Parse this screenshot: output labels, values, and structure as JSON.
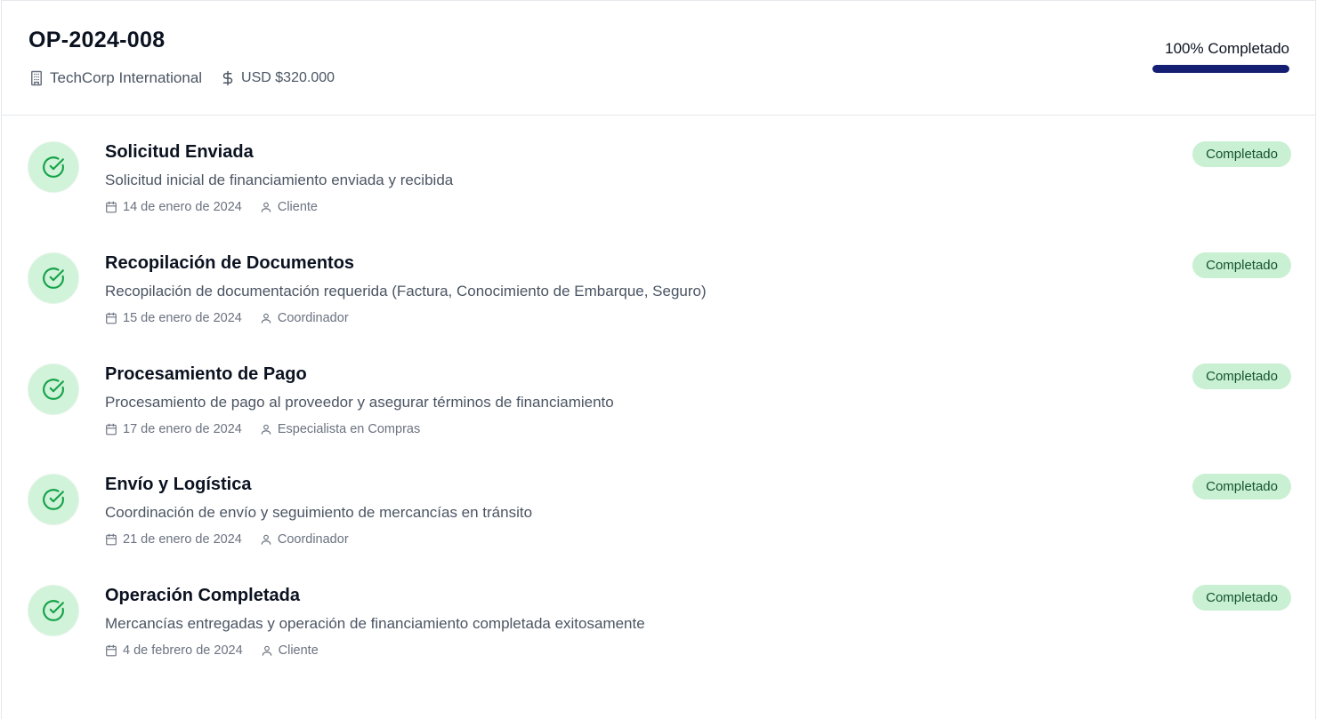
{
  "header": {
    "op_id": "OP-2024-008",
    "company": "TechCorp International",
    "amount": "USD $320.000",
    "progress_label": "100% Completado",
    "progress_value": 1.0
  },
  "colors": {
    "progress_fill": "#141e73",
    "badge_bg": "#c9f0d3",
    "circle_bg": "#d1f3d9",
    "check": "#16a34a"
  },
  "icons": {
    "company": "building-icon",
    "amount": "dollar-sign-icon",
    "date": "calendar-icon",
    "role": "user-icon",
    "status": "check-circle-icon"
  },
  "steps": [
    {
      "title": "Solicitud Enviada",
      "description": "Solicitud inicial de financiamiento enviada y recibida",
      "date": "14 de enero de 2024",
      "role": "Cliente",
      "status": "Completado"
    },
    {
      "title": "Recopilación de Documentos",
      "description": "Recopilación de documentación requerida (Factura, Conocimiento de Embarque, Seguro)",
      "date": "15 de enero de 2024",
      "role": "Coordinador",
      "status": "Completado"
    },
    {
      "title": "Procesamiento de Pago",
      "description": "Procesamiento de pago al proveedor y asegurar términos de financiamiento",
      "date": "17 de enero de 2024",
      "role": "Especialista en Compras",
      "status": "Completado"
    },
    {
      "title": "Envío y Logística",
      "description": "Coordinación de envío y seguimiento de mercancías en tránsito",
      "date": "21 de enero de 2024",
      "role": "Coordinador",
      "status": "Completado"
    },
    {
      "title": "Operación Completada",
      "description": "Mercancías entregadas y operación de financiamiento completada exitosamente",
      "date": "4 de febrero de 2024",
      "role": "Cliente",
      "status": "Completado"
    }
  ]
}
